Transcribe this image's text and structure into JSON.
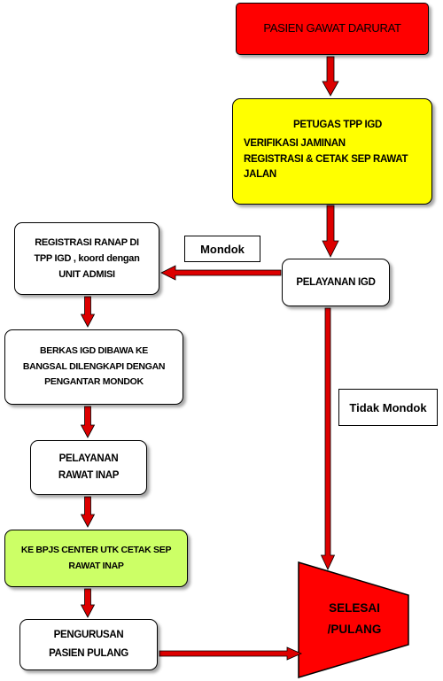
{
  "nodes": {
    "pasien": {
      "text": "PASIEN GAWAT DARURAT",
      "color": "#ff0000"
    },
    "petugas": {
      "title": "PETUGAS TPP IGD",
      "lines": [
        "VERIFIKASI JAMINAN",
        "REGISTRASI & CETAK SEP RAWAT",
        "JALAN"
      ],
      "color": "#ffff00"
    },
    "pelayanan_igd": {
      "text": "PELAYANAN IGD"
    },
    "registrasi_ranap": {
      "lines": [
        "REGISTRASI RANAP  DI",
        "TPP IGD , koord dengan",
        "UNIT ADMISI"
      ]
    },
    "berkas": {
      "lines": [
        "BERKAS IGD DIBAWA KE",
        "BANGSAL DILENGKAPI DENGAN",
        "PENGANTAR MONDOK"
      ]
    },
    "pelayanan_rawat_inap": {
      "lines": [
        "PELAYANAN",
        "RAWAT INAP"
      ]
    },
    "bpjs": {
      "lines": [
        "KE BPJS CENTER UTK CETAK SEP",
        "RAWAT INAP"
      ],
      "color": "#ccff66"
    },
    "pengurusan": {
      "lines": [
        "PENGURUSAN",
        "PASIEN PULANG"
      ]
    },
    "selesai": {
      "lines": [
        "SELESAI",
        "/PULANG"
      ],
      "color": "#ff0000"
    }
  },
  "labels": {
    "mondok": "Mondok",
    "tidak_mondok": "Tidak Mondok"
  },
  "colors": {
    "arrow": "#dd0000",
    "border": "#000000"
  }
}
